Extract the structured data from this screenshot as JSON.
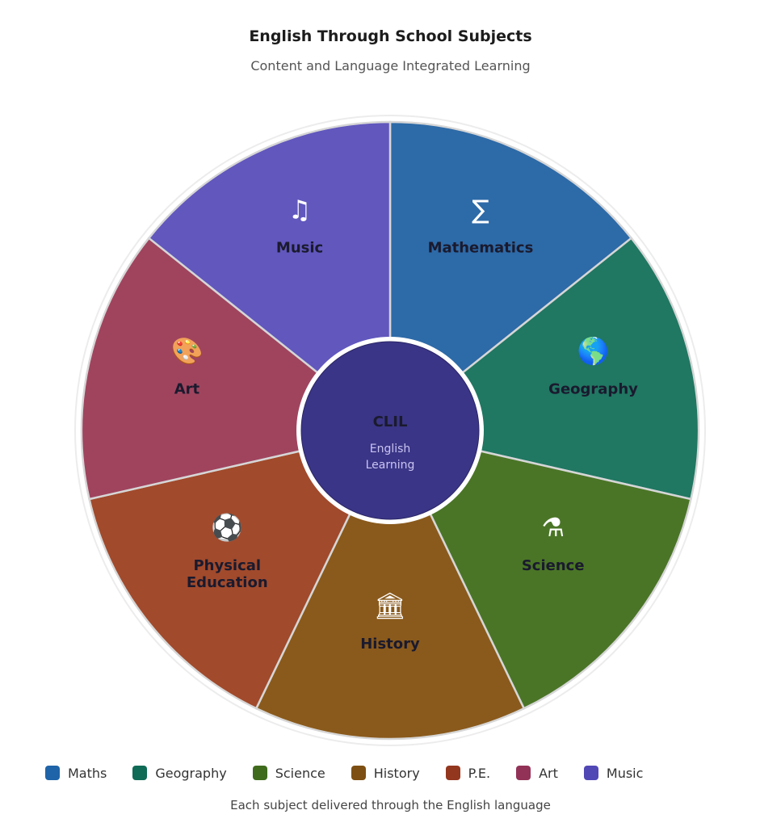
{
  "header": {
    "title": "English Through School Subjects",
    "subtitle": "Content and Language Integrated Learning"
  },
  "center": {
    "title": "CLIL",
    "line1": "English",
    "line2": "Learning",
    "color": "#3a3586"
  },
  "segments": [
    {
      "id": "mathematics",
      "label": [
        "Mathematics"
      ],
      "icon": "sigma-icon",
      "glyph": "∑",
      "color": "#2d6aa8"
    },
    {
      "id": "geography",
      "label": [
        "Geography"
      ],
      "icon": "globe-icon",
      "glyph": "🌎",
      "color": "#207762"
    },
    {
      "id": "science",
      "label": [
        "Science"
      ],
      "icon": "scientist-icon",
      "glyph": "⚗",
      "color": "#4a7526"
    },
    {
      "id": "history",
      "label": [
        "History"
      ],
      "icon": "museum-icon",
      "glyph": "🏛",
      "color": "#8a5a1c"
    },
    {
      "id": "physical-education",
      "label": [
        "Physical",
        "Education"
      ],
      "icon": "soccer-ball-icon",
      "glyph": "⚽",
      "color": "#a14a2c"
    },
    {
      "id": "art",
      "label": [
        "Art"
      ],
      "icon": "palette-icon",
      "glyph": "🎨",
      "color": "#a0445e"
    },
    {
      "id": "music",
      "label": [
        "Music"
      ],
      "icon": "music-note-icon",
      "glyph": "♫",
      "color": "#6157bd"
    }
  ],
  "legend": [
    {
      "label": "Maths",
      "color": "#1f64a8"
    },
    {
      "label": "Geography",
      "color": "#0f6b56"
    },
    {
      "label": "Science",
      "color": "#3f6b1c"
    },
    {
      "label": "History",
      "color": "#7d4f12"
    },
    {
      "label": "P.E.",
      "color": "#93371f"
    },
    {
      "label": "Art",
      "color": "#933257"
    },
    {
      "label": "Music",
      "color": "#5148b6"
    }
  ],
  "footer": "Each subject delivered through the English language"
}
